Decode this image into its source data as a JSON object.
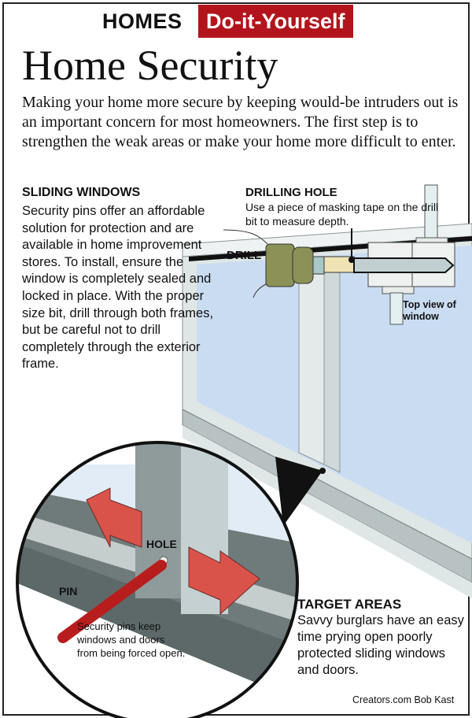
{
  "header": {
    "section": "HOMES",
    "tag": "Do-it-Yourself",
    "tag_color": "#b3141c"
  },
  "title": "Home Security",
  "intro": "Making your home more secure by keeping would-be intruders out is an important concern for most homeowners. The first step is to strengthen the weak areas or make your home more difficult to enter.",
  "sliding_windows": {
    "heading": "SLIDING WINDOWS",
    "body": "Security pins offer an affordable solution for protection and are available in home improvement stores. To install, ensure the window is completely sealed and locked in place. With the proper size bit, drill through both frames, but be careful not to drill completely through the exterior frame."
  },
  "drilling_hole": {
    "heading": "DRILLING HOLE",
    "body": "Use a piece of masking tape on the drill bit to measure depth.",
    "drill_label": "DRILL",
    "top_view_label": "Top view of window"
  },
  "detail": {
    "hole_label": "HOLE",
    "pin_label": "PIN",
    "pin_note": "Security pins keep windows and doors from being forced open."
  },
  "target_areas": {
    "heading": "TARGET AREAS",
    "body": "Savvy burglars have an easy time prying open poorly protected sliding windows and doors."
  },
  "credit": "Creators.com Bob Kast"
}
